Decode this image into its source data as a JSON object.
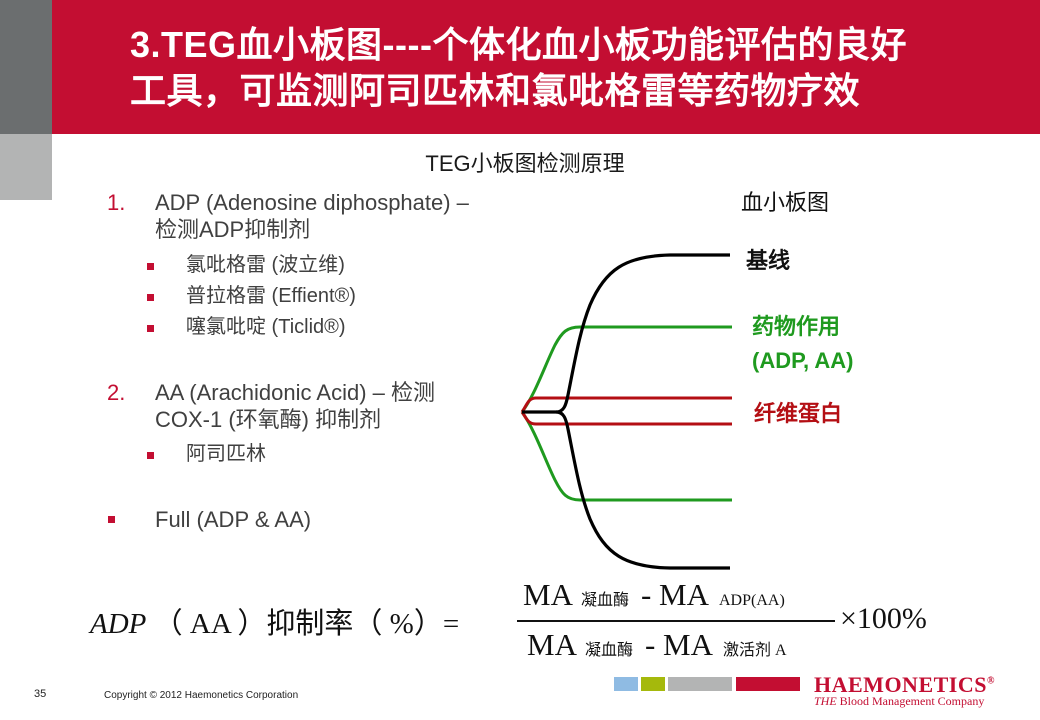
{
  "header": {
    "title_line1": "3.TEG血小板图----个体化血小板功能评估的良好",
    "title_line2": "工具，可监测阿司匹林和氯吡格雷等药物疗效"
  },
  "subtitle": "TEG小板图检测原理",
  "list": {
    "item1": {
      "number": "1.",
      "line1": "ADP (Adenosine diphosphate) –",
      "line2": "检测ADP抑制剂",
      "subitems": [
        "氯吡格雷 (波立维)",
        "普拉格雷 (Effient®)",
        "噻氯吡啶 (Ticlid®)"
      ]
    },
    "item2": {
      "number": "2.",
      "line1": "AA (Arachidonic Acid) – 检测",
      "line2": "COX-1 (环氧酶) 抑制剂",
      "subitems": [
        "阿司匹林"
      ]
    },
    "item3": {
      "line1": "Full (ADP & AA)"
    }
  },
  "diagram": {
    "title": "血小板图",
    "labels": {
      "baseline": "基线",
      "drug_line1": "药物作用",
      "drug_line2": "(ADP, AA)",
      "fibrin": "纤维蛋白"
    },
    "colors": {
      "baseline": "#000000",
      "drug": "#1f9a1f",
      "fibrin": "#b40f14"
    }
  },
  "formula": {
    "lhs_italic": "ADP",
    "lhs_rest": "（ AA ）抑制率（ %）=",
    "num_ma1": "MA",
    "num_sub1": "凝血酶",
    "num_minus": "- MA",
    "num_sub2": "ADP(AA)",
    "den_ma1": "MA",
    "den_sub1": "凝血酶",
    "den_minus": "- MA",
    "den_sub2": "激活剂 A",
    "multiplier": "×100%"
  },
  "footer": {
    "page_number": "35",
    "copyright": "Copyright © 2012 Haemonetics Corporation",
    "logo_name": "HAEMONETICS",
    "logo_reg": "®",
    "logo_tag_italic": "THE",
    "logo_tag_rest": " Blood Management Company",
    "bar_colors": [
      "#8fbbe3",
      "#a5b90c",
      "#b3b4b4",
      "#c30e32"
    ]
  }
}
